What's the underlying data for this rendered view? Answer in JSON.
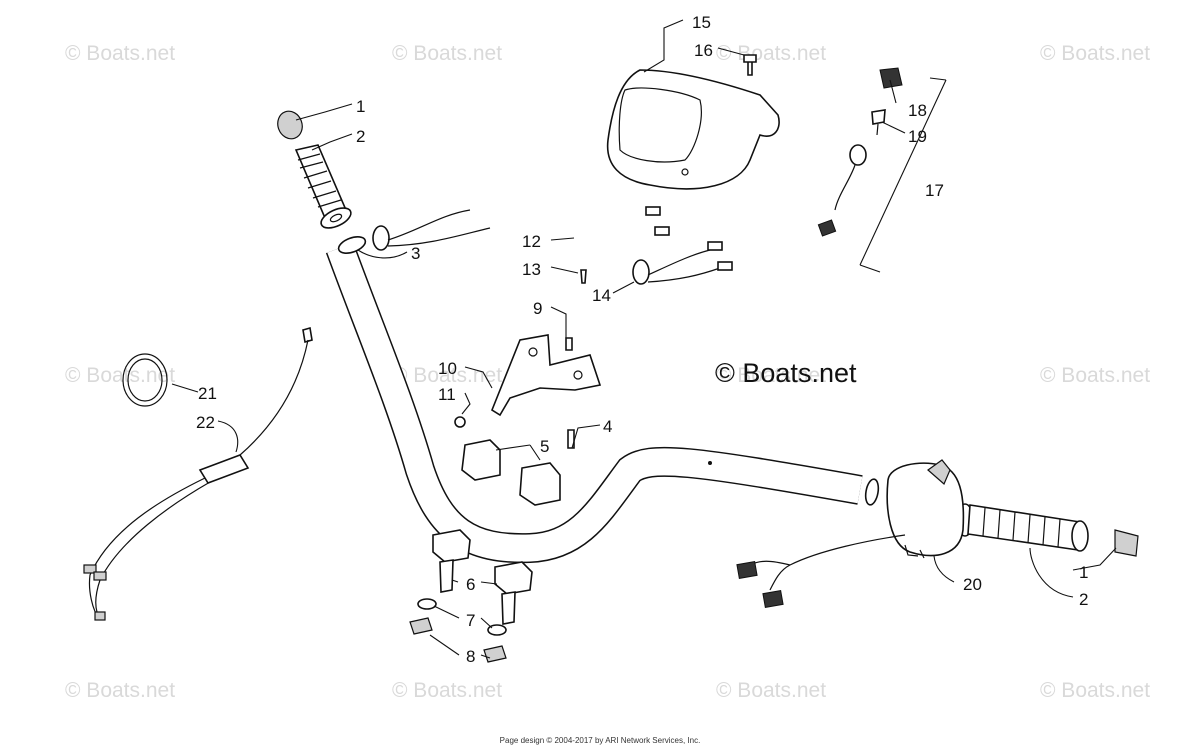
{
  "diagram": {
    "watermarks": [
      "© Boats.net",
      "© Boats.net",
      "© Boats.net",
      "© Boats.net",
      "© Boats.net",
      "© Boats.net",
      "© Boats.net",
      "© Boats.net",
      "© Boats.net",
      "© Boats.net",
      "© Boats.net",
      "© Boats.net"
    ],
    "main_watermark": "© Boats.net",
    "callouts": [
      "1",
      "2",
      "3",
      "15",
      "16",
      "18",
      "19",
      "17",
      "12",
      "13",
      "14",
      "9",
      "10",
      "11",
      "4",
      "5",
      "21",
      "22",
      "6",
      "7",
      "8",
      "20",
      "1",
      "2"
    ],
    "footer": "Page design © 2004-2017 by ARI Network Services, Inc."
  }
}
